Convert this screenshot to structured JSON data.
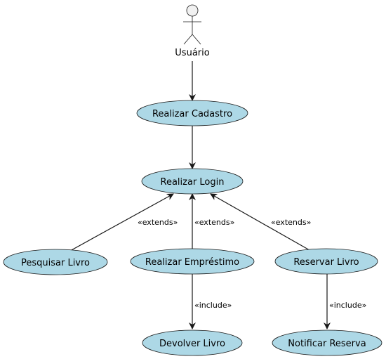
{
  "actor": {
    "name": "Usuário"
  },
  "use_cases": {
    "realizar_cadastro": "Realizar Cadastro",
    "realizar_login": "Realizar Login",
    "pesquisar_livro": "Pesquisar Livro",
    "realizar_emprestimo": "Realizar Empréstimo",
    "reservar_livro": "Reservar Livro",
    "devolver_livro": "Devolver Livro",
    "notificar_reserva": "Notificar Reserva"
  },
  "relations": {
    "extends_pesquisar": "«extends»",
    "extends_emprestimo": "«extends»",
    "extends_reservar": "«extends»",
    "include_devolver": "«include»",
    "include_notificar": "«include»"
  },
  "colors": {
    "use_case_fill": "#add8e6",
    "actor_fill": "#f1f1f1",
    "line": "#181818"
  }
}
